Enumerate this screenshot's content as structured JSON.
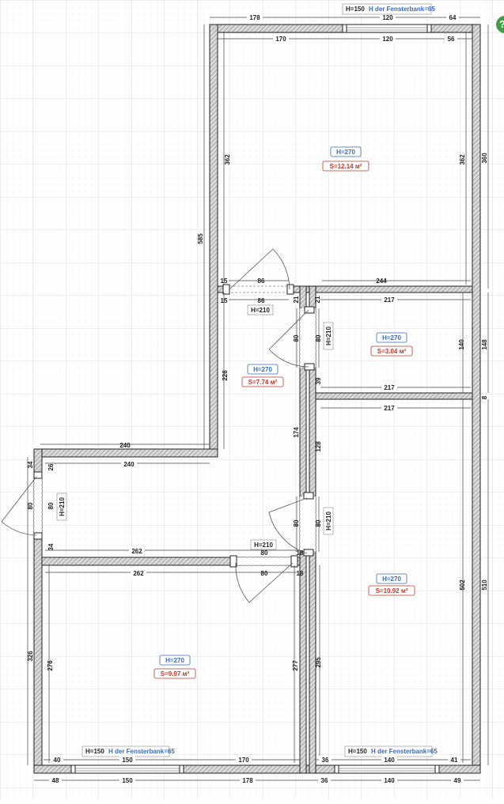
{
  "help_button": {
    "label": "?"
  },
  "rooms": [
    {
      "height": "H=270",
      "area": "S=12.14 м²"
    },
    {
      "height": "H=270",
      "area": "S=3.04 м²"
    },
    {
      "height": "H=270",
      "area": "S=7.74 м²"
    },
    {
      "height": "H=270",
      "area": "S=10.92 м²"
    },
    {
      "height": "H=270",
      "area": "S=9.97 м²"
    }
  ],
  "door_labels": [
    "H=210",
    "H=210",
    "H=210",
    "H=210",
    "H=210"
  ],
  "window_labels": [
    {
      "height": "H=150",
      "sill": "H der Fensterbank=65"
    },
    {
      "height": "H=150",
      "sill": "H der Fensterbank=65"
    },
    {
      "height": "H=150",
      "sill": "H der Fensterbank=65"
    }
  ],
  "dimensions": {
    "top_outer": [
      "178",
      "120",
      "64"
    ],
    "top_inner": [
      "170",
      "120",
      "56"
    ],
    "bedroom_top_left": "362",
    "bedroom_top_right": "362",
    "right_outer_top": "360",
    "left_tall": "585",
    "wall_15_a": "15",
    "door_86_a": "86",
    "wall_15_b": "15",
    "door_86_b": "86",
    "wall_244": "244",
    "wall_21_a": "21",
    "wall_21_b": "21",
    "small_217_top": "217",
    "small_140": "140",
    "right_148": "148",
    "small_217_bottom": "217",
    "right_8": "8",
    "hall_226": "226",
    "door_80_v1": "80",
    "door_80_v2": "80",
    "wall_39": "39",
    "wall_174": "174",
    "wall_128": "128",
    "big_217": "217",
    "corridor_240_outer": "240",
    "corridor_240_inner": "240",
    "left_34_a": "34",
    "left_26": "26",
    "left_80_a": "80",
    "left_80_b": "80",
    "left_34_b": "34",
    "corridor_262_a": "262",
    "corridor_262_b": "262",
    "door_80_h1": "80",
    "door_80_h2": "80",
    "wall_18_a": "18",
    "wall_18_b": "18",
    "door_80_v3": "80",
    "door_80_v4": "80",
    "big_502": "502",
    "right_510": "510",
    "left_326": "326",
    "left_276": "276",
    "wall_277": "277",
    "wall_295": "295",
    "bottom_inner_a": [
      "40",
      "150",
      "170"
    ],
    "bottom_inner_b": [
      "36",
      "140",
      "41"
    ],
    "bottom_outer": [
      "48",
      "150",
      "178",
      "36",
      "140",
      "49"
    ]
  }
}
